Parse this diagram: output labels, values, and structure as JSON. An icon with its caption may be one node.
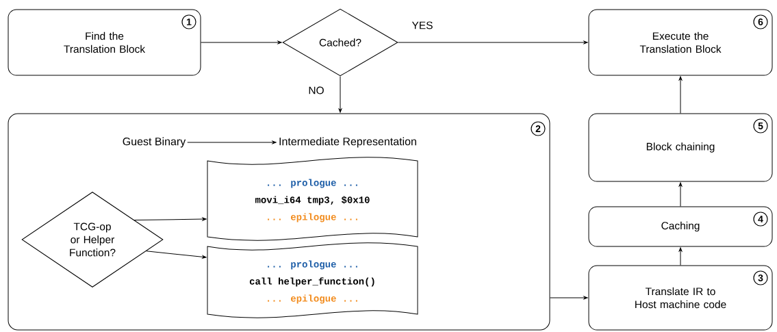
{
  "diagram": {
    "nodes": [
      {
        "text": [
          "Find the Translation Block",
          "1"
        ]
      },
      {
        "text": [
          "Cached?"
        ]
      },
      {
        "text": [
          "Execute the Translation Block",
          "6"
        ]
      },
      {
        "text": [
          "2"
        ]
      },
      {
        "text": [
          "Guest Binary"
        ],
        "in": 3
      },
      {
        "text": [
          "Intermediate Representation"
        ],
        "in": 3
      },
      {
        "text": [
          "TCG-op or Helper Function?"
        ],
        "in": 3
      },
      {
        "text": [
          "... prologue ...",
          "movi_i64 tmp3, $0x10",
          "... epilogue ..."
        ],
        "in": 3
      },
      {
        "text": [
          "... prologue ...",
          "call helper_function()",
          "... epilogue ..."
        ],
        "in": 3
      },
      {
        "text": [
          "Translate IR to Host machine code",
          "3"
        ]
      },
      {
        "text": [
          "Caching",
          "4"
        ]
      },
      {
        "text": [
          "Block chaining",
          "5"
        ]
      }
    ],
    "edges": [
      {
        "from": 0,
        "to": 1,
        "arrow": "to"
      },
      {
        "from": 1,
        "to": 2,
        "arrow": "to",
        "label": "YES"
      },
      {
        "from": 1,
        "to": 3,
        "arrow": "to",
        "label": "NO"
      },
      {
        "from": 4,
        "to": 5,
        "arrow": "to"
      },
      {
        "from": 6,
        "to": 7,
        "arrow": "to"
      },
      {
        "from": 6,
        "to": 8,
        "arrow": "to"
      },
      {
        "from": 3,
        "to": 9,
        "arrow": "to"
      },
      {
        "from": 9,
        "to": 10,
        "arrow": "to"
      },
      {
        "from": 10,
        "to": 11,
        "arrow": "to"
      },
      {
        "from": 11,
        "to": 2,
        "arrow": "to"
      }
    ]
  }
}
